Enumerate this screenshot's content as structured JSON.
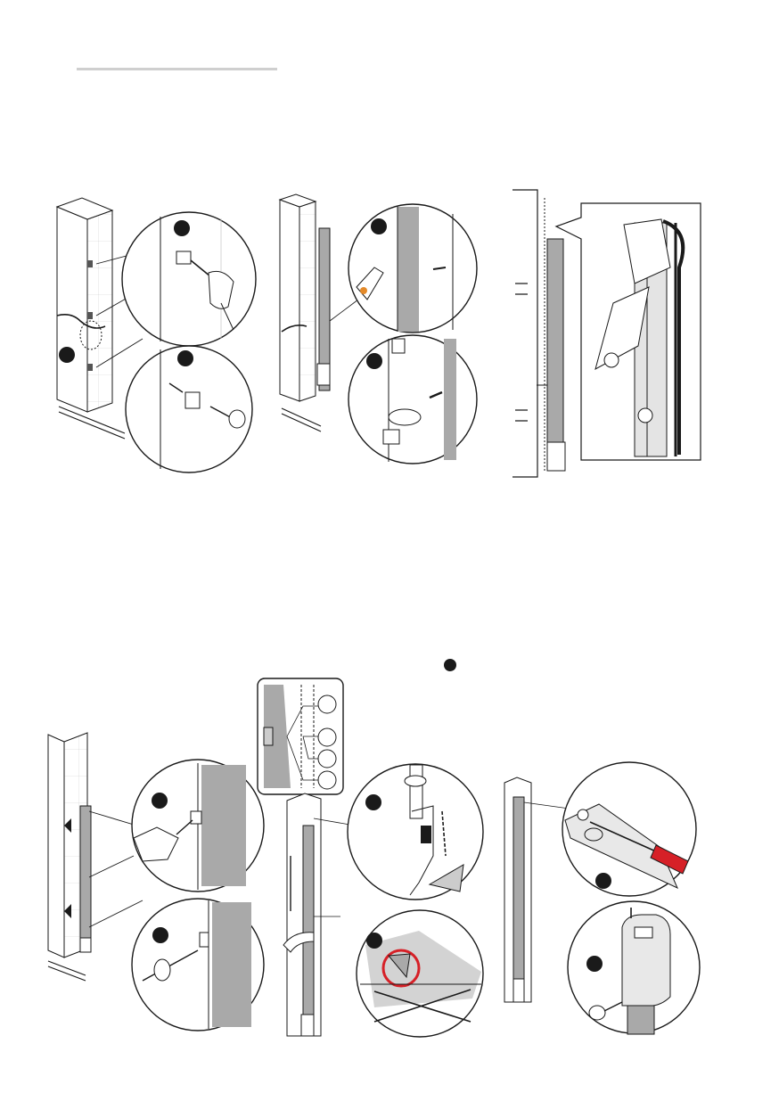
{
  "page": {
    "header_rule_color": "#cfcfcf",
    "accent_red": "#d62027",
    "panel_gray": "#a9a9a9",
    "line_color": "#1a1a1a"
  },
  "top_row": {
    "panels": [
      {
        "name": "wall-bracket-drilling",
        "step_markers": [
          "",
          "",
          ""
        ]
      },
      {
        "name": "cable-routing",
        "step_markers": [
          "",
          ""
        ]
      },
      {
        "name": "mechanism-detail"
      }
    ]
  },
  "bottom_row": {
    "top_marker": "",
    "panels": [
      {
        "name": "rail-mounting",
        "step_markers": [
          "",
          ""
        ]
      },
      {
        "name": "alignment-detail",
        "callouts": [
          "",
          "",
          "",
          ""
        ],
        "step_markers": [
          "",
          ""
        ]
      },
      {
        "name": "cover-mounting",
        "step_markers": [
          "",
          ""
        ]
      }
    ]
  },
  "icons": [
    "drill-icon",
    "screwdriver-icon",
    "rotate-arrow-icon",
    "cross-out-icon",
    "warning-circle-icon"
  ]
}
